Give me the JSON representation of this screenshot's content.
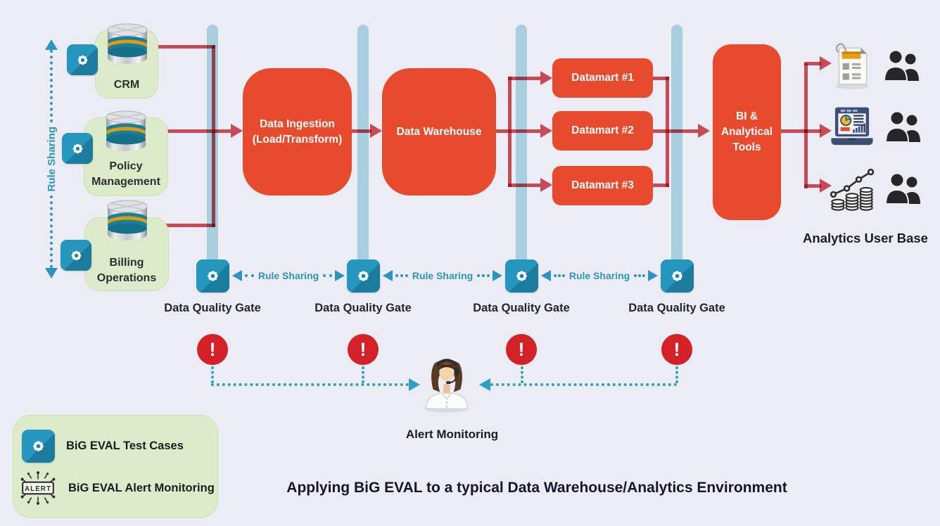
{
  "title": "Applying BiG EVAL to a typical Data Warehouse/Analytics Environment",
  "colors": {
    "background": "#ecedf4",
    "process_red": "#e84a2e",
    "arrow_red": "#d84f5a",
    "gate_bar_blue": "#a9cee0",
    "gear_teal": "#2191b8",
    "source_green": "#dcecca",
    "rule_sharing_teal": "#2d94bd",
    "alert_red": "#d42127"
  },
  "rule_sharing_vertical": {
    "label": "Rule Sharing"
  },
  "sources": [
    {
      "label": "CRM",
      "icon": "database-icon"
    },
    {
      "label": "Policy Management",
      "icon": "database-icon"
    },
    {
      "label": "Billing Operations",
      "icon": "database-icon"
    }
  ],
  "pipeline": {
    "ingestion": {
      "label": "Data Ingestion (Load/Transform)"
    },
    "warehouse": {
      "label": "Data Warehouse"
    },
    "datamarts": [
      {
        "label": "Datamart #1"
      },
      {
        "label": "Datamart #2"
      },
      {
        "label": "Datamart #3"
      }
    ],
    "bi": {
      "label": "BI & Analytical Tools"
    }
  },
  "gates": [
    {
      "label": "Data Quality Gate"
    },
    {
      "label": "Data Quality Gate"
    },
    {
      "label": "Data Quality Gate"
    },
    {
      "label": "Data Quality Gate"
    }
  ],
  "rule_sharing_links": [
    {
      "label": "Rule Sharing"
    },
    {
      "label": "Rule Sharing"
    },
    {
      "label": "Rule Sharing"
    }
  ],
  "alert_monitoring": {
    "label": "Alert Monitoring"
  },
  "user_base": {
    "label": "Analytics User Base",
    "groups": [
      "report-users",
      "dashboard-users",
      "analytics-users"
    ]
  },
  "legend": {
    "items": [
      {
        "icon": "gear-icon",
        "label": "BiG EVAL Test Cases"
      },
      {
        "icon": "alert-icon",
        "icon_text": "ALERT",
        "label": "BiG EVAL Alert Monitoring"
      }
    ]
  }
}
